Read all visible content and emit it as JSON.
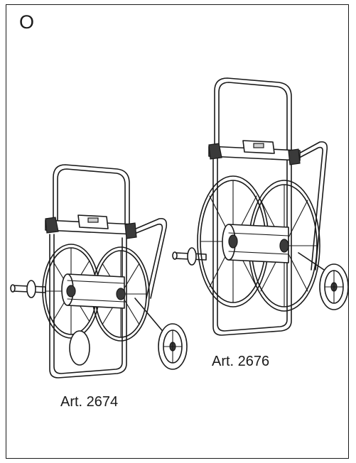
{
  "section": {
    "letter": "O"
  },
  "products": [
    {
      "caption": "Art. 2674",
      "illustration": "hose-reel-cart-small"
    },
    {
      "caption": "Art. 2676",
      "illustration": "hose-reel-cart-large"
    }
  ]
}
